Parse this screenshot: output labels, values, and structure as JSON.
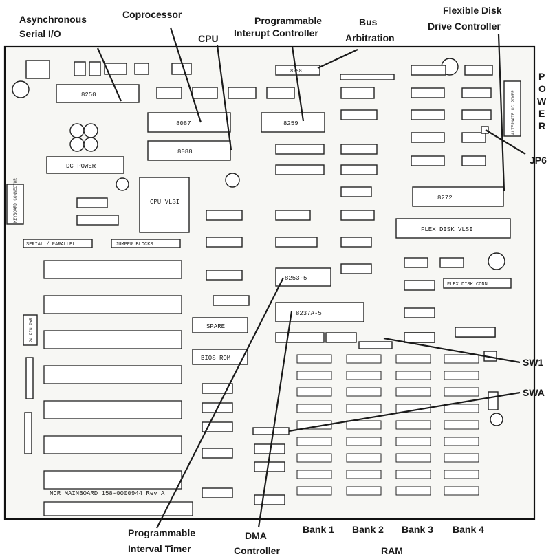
{
  "labels": {
    "async_serial_1": "Asynchronous",
    "async_serial_2": "Serial I/O",
    "coprocessor": "Coprocessor",
    "cpu": "CPU",
    "pic_1": "Programmable",
    "pic_2": "Interupt Controller",
    "bus_1": "Bus",
    "bus_2": "Arbitration",
    "fdc_1": "Flexible Disk",
    "fdc_2": "Drive Controller",
    "power": "POWER",
    "jp6": "JP6",
    "sw1": "SW1",
    "swa": "SWA",
    "pit_1": "Programmable",
    "pit_2": "Interval Timer",
    "dma_1": "DMA",
    "dma_2": "Controller",
    "bank1": "Bank 1",
    "bank2": "Bank 2",
    "bank3": "Bank 3",
    "bank4": "Bank 4",
    "ram": "RAM"
  },
  "board": {
    "chip_8250": "8250",
    "chip_8087": "8087",
    "chip_8088": "8088",
    "chip_8259": "8259",
    "chip_8288": "8288",
    "chip_8272": "8272",
    "chip_8253": "8253-5",
    "chip_8237": "8237A-5",
    "chip_cpu_vlsi": "CPU VLSI",
    "chip_flex_vlsi": "FLEX DISK VLSI",
    "dc_power": "DC POWER",
    "alt_power": "ALTERNATE DC POWER",
    "keyboard": "KEYBOARD CONNECTOR",
    "serial_parallel": "SERIAL / PARALLEL",
    "jumper_blocks": "JUMPER BLOCKS",
    "spare": "SPARE",
    "bios_rom": "BIOS ROM",
    "flex_disk_conn": "FLEX DISK CONN",
    "mainboard_text": "NCR MAINBOARD   158-0000944 Rev A",
    "power_24": "24 PIN PWR"
  }
}
